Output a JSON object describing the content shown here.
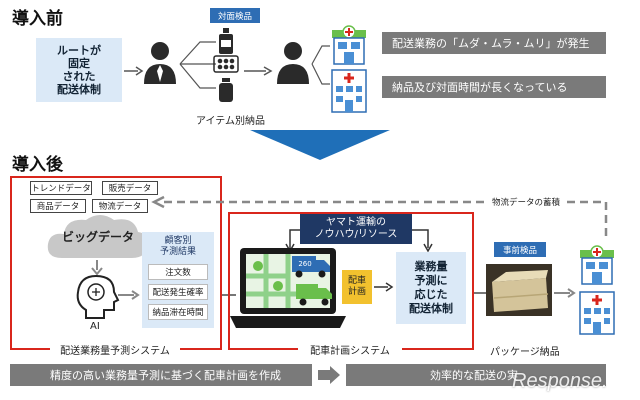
{
  "before": {
    "title": "導入前",
    "route_box": [
      "ルートが",
      "固定",
      "された",
      "配送体制"
    ],
    "face_to_face_label": "対面検品",
    "item_label": "アイテム別納品",
    "issue1": "配送業務の「ムダ・ムラ・ムリ」が発生",
    "issue2": "納品及び対面時間が長くなっている"
  },
  "after": {
    "title": "導入後",
    "data_sources": [
      "トレンドデータ",
      "販売データ",
      "商品データ",
      "物流データ"
    ],
    "big_data": "ビッグデータ",
    "ai_label": "AI",
    "forecast_header": [
      "顧客別",
      "予測結果"
    ],
    "forecast_items": [
      "注文数",
      "配送発生確率",
      "納品滞在時間"
    ],
    "system1": "配送業務量予測システム",
    "logistics_accumulation": "物流データの蓄積",
    "yamato_knowhow": [
      "ヤマト運輸の",
      "ノウハウ/リソース"
    ],
    "dispatch_plan": [
      "配車",
      "計画"
    ],
    "workload_box": [
      "業務量",
      "予測に",
      "応じた",
      "配送体制"
    ],
    "system2": "配車計画システム",
    "truck_number": "260",
    "pre_inspection": "事前検品",
    "package_delivery": "パッケージ納品",
    "bottom_left": "精度の高い業務量予測に基づく配車計画を作成",
    "bottom_right": "効率的な配送の実",
    "watermark": "Response."
  },
  "colors": {
    "accent_red": "#d9261c",
    "gray_bar": "#7a7a7a",
    "light_blue": "#dbe9f7",
    "navy": "#1f3864",
    "arrow_blue": "#1f6fb8",
    "green": "#6abf4b"
  }
}
